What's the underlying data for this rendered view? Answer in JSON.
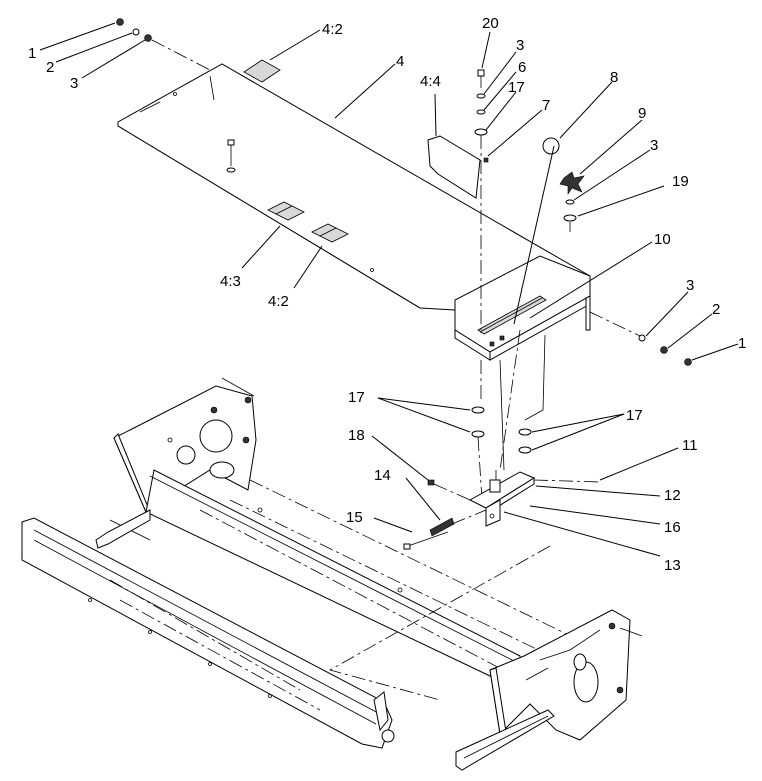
{
  "callouts": {
    "c1_top": "1",
    "c2_top": "2",
    "c3_top": "3",
    "c4": "4",
    "c4_2_top": "4:2",
    "c4_4": "4:4",
    "c20": "20",
    "c3_mid": "3",
    "c6": "6",
    "c17_top": "17",
    "c7": "7",
    "c8": "8",
    "c9": "9",
    "c3_knob": "3",
    "c19": "19",
    "c10": "10",
    "c4_3": "4:3",
    "c4_2_bottom": "4:2",
    "c3_right": "3",
    "c2_right": "2",
    "c1_right": "1",
    "c17_left": "17",
    "c17_right": "17",
    "c18": "18",
    "c11": "11",
    "c12": "12",
    "c14": "14",
    "c16": "16",
    "c15": "15",
    "c13": "13"
  }
}
